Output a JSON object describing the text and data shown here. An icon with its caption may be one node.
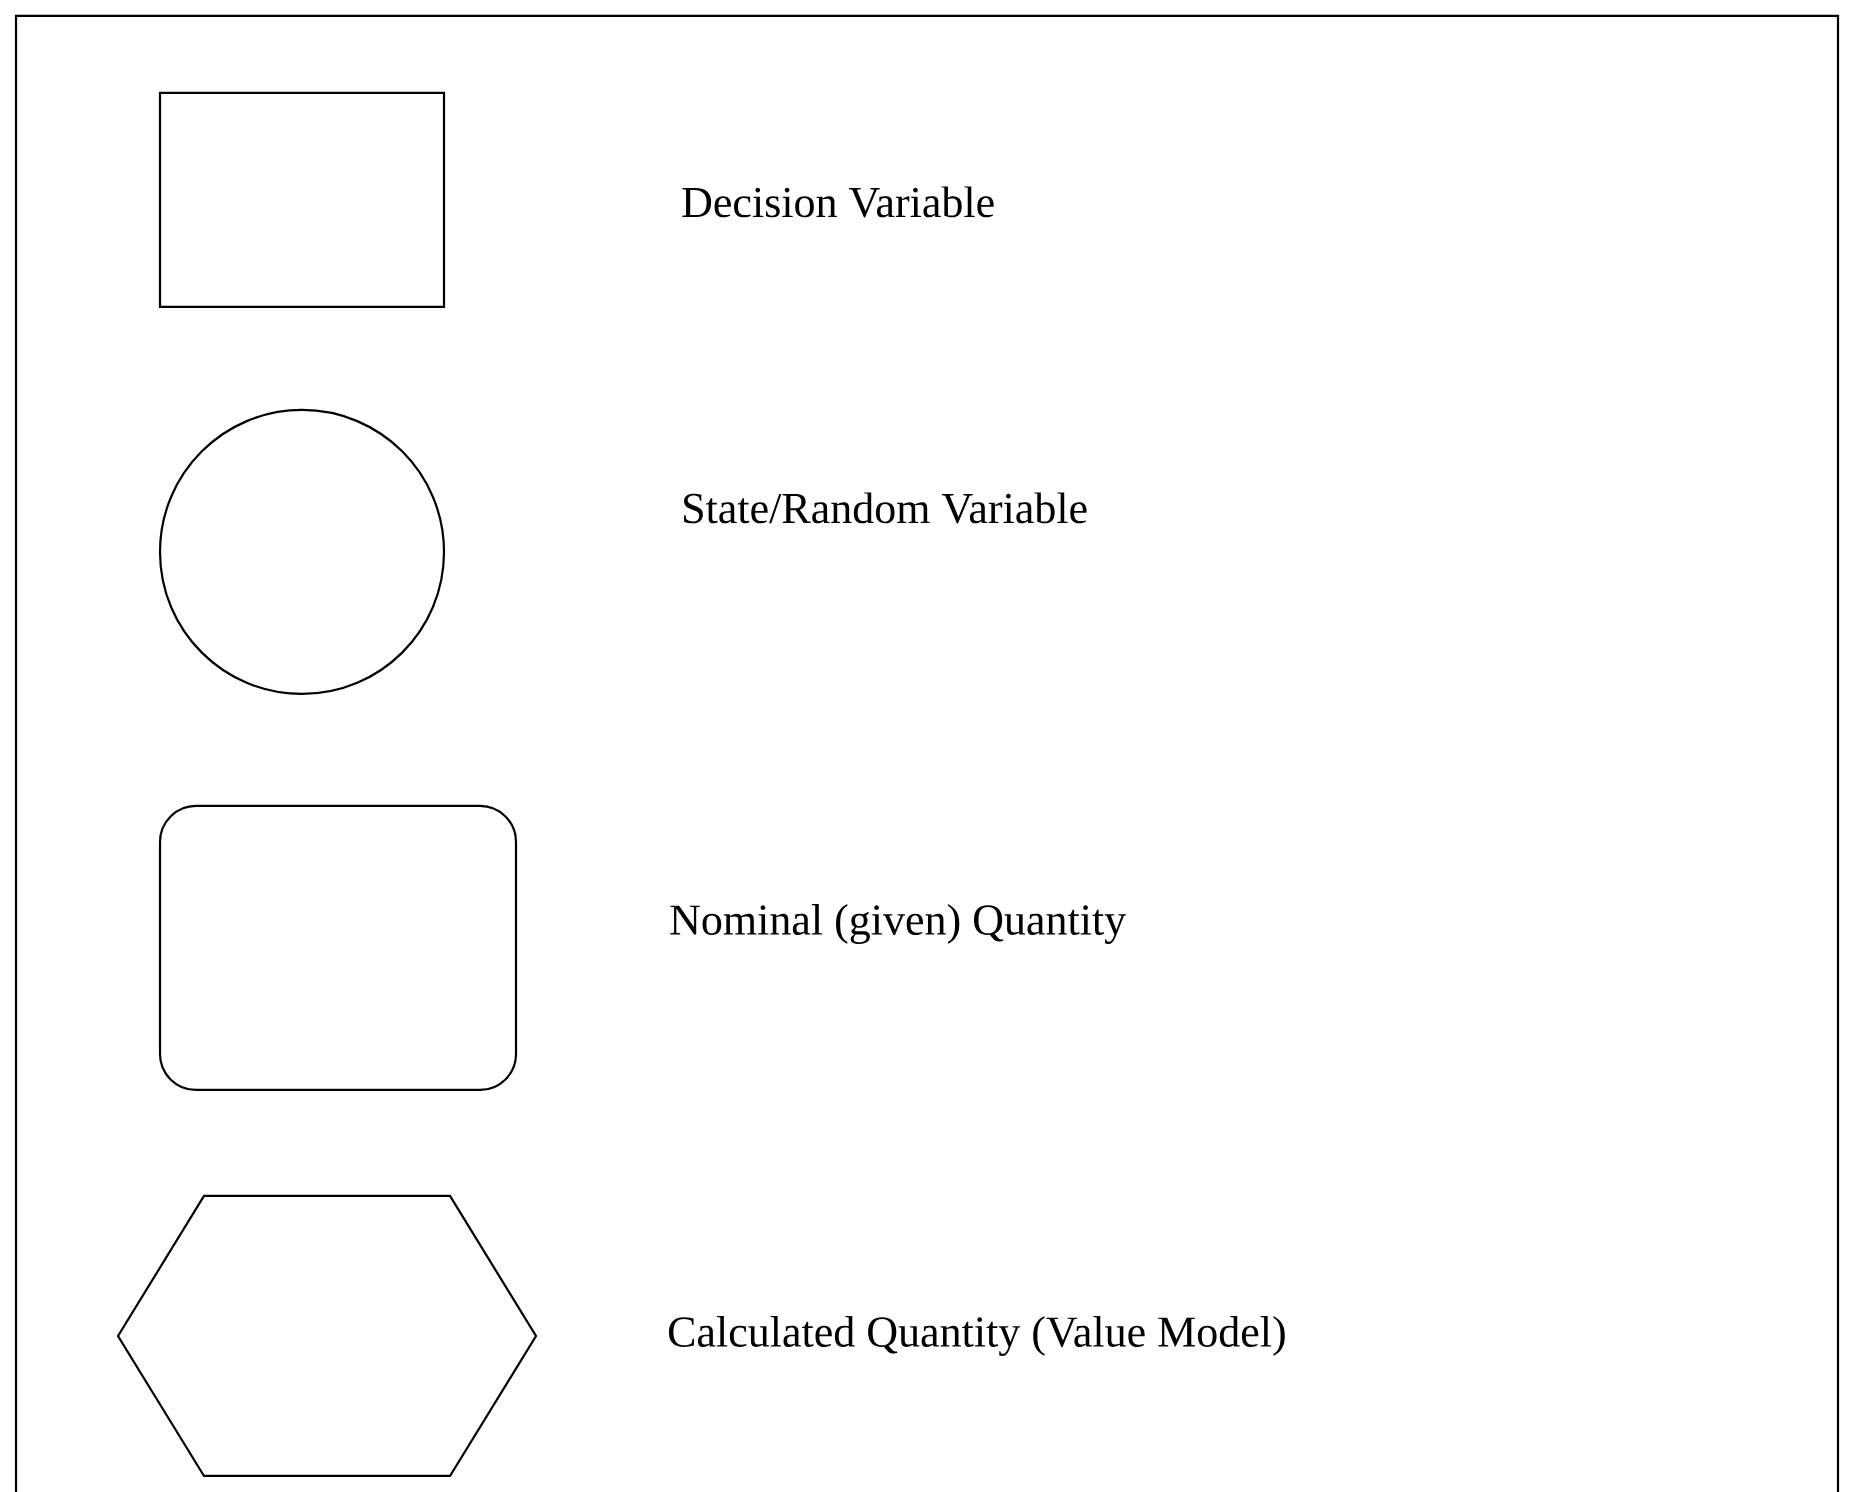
{
  "diagram": {
    "nodes": [
      {
        "text": [],
        "shape": "box"
      },
      {
        "text": [],
        "shape": "circle"
      },
      {
        "text": [],
        "shape": "rounded-box"
      },
      {
        "text": [],
        "shape": "hexagon"
      }
    ],
    "labels": [
      "Decision Variable",
      "State/Random Variable",
      "Nominal (given) Quantity",
      "Calculated Quantity (Value Model)"
    ]
  }
}
